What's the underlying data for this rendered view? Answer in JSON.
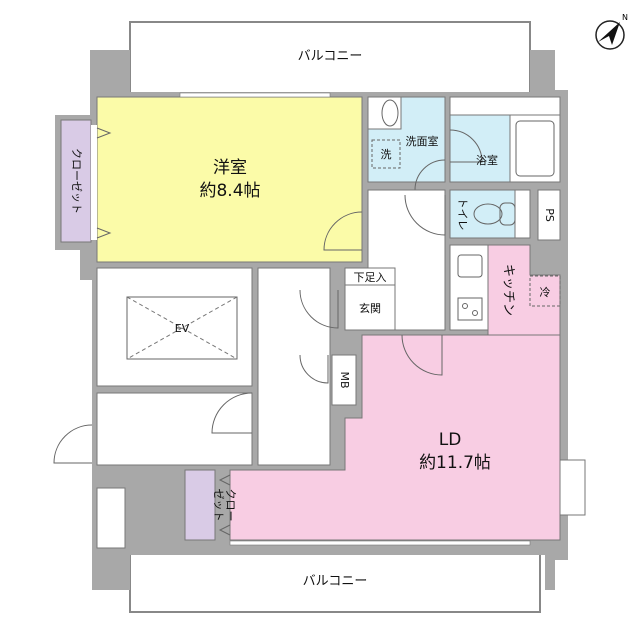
{
  "colors": {
    "wall": "#a8a8a8",
    "western_room": "#fbfba8",
    "ld": "#f8cde3",
    "wet": "#d2eef7",
    "closet": "#d9cbe6"
  },
  "compass": {
    "label": "N",
    "icon": "north-arrow-icon"
  },
  "rooms": {
    "balcony_top": "バルコニー",
    "balcony_bottom": "バルコニー",
    "western_room": {
      "name": "洋室",
      "size": "約8.4帖"
    },
    "closet_left": "クローゼット",
    "closet_bottom": [
      "クロー",
      "ゼット"
    ],
    "washroom": "洗面室",
    "washer": "洗",
    "bathroom": "浴室",
    "toilet": "トイレ",
    "ps": "PS",
    "kitchen": "キッチン",
    "fridge": "冷",
    "shoe_storage": "下足入",
    "entrance": "玄関",
    "mb": "MB",
    "ev": "EV",
    "ld": {
      "name": "LD",
      "size": "約11.7帖"
    }
  }
}
